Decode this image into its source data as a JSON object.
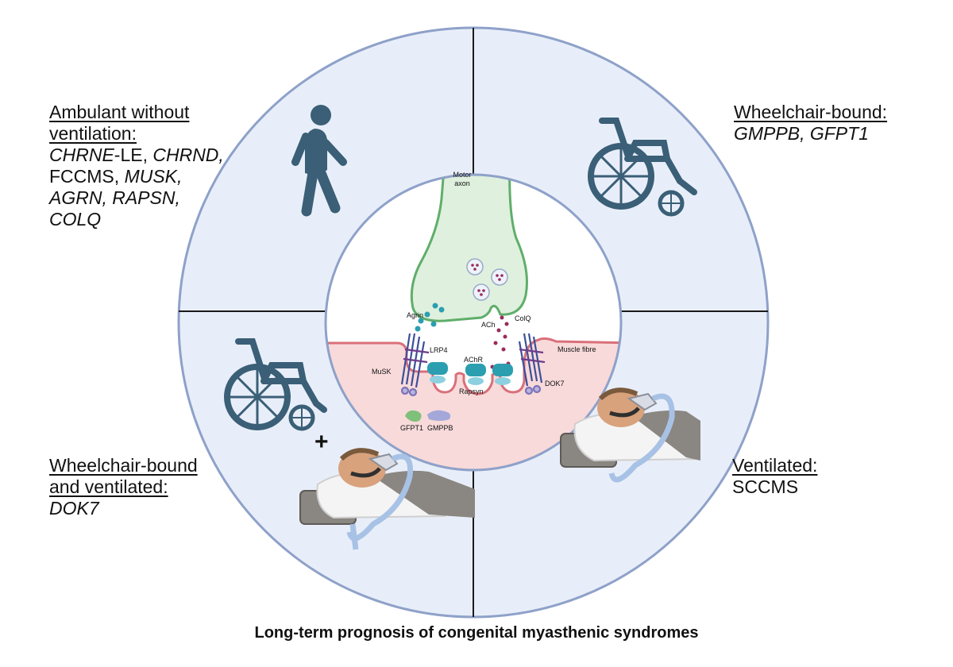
{
  "quadrants": {
    "top_left": {
      "heading_line1": "Ambulant without",
      "heading_line2": "ventilation:",
      "genes": [
        "CHRNE",
        "-LE, ",
        "CHRND,",
        "FCCMS, ",
        "MUSK,",
        "AGRN, RAPSN,",
        "COLQ"
      ]
    },
    "top_right": {
      "heading": "Wheelchair-bound:",
      "genes": "GMPPB, GFPT1"
    },
    "bottom_left": {
      "heading_line1": "Wheelchair-bound",
      "heading_line2": "and ventilated:",
      "genes": "DOK7",
      "plus": "+"
    },
    "bottom_right": {
      "heading": "Ventilated:",
      "genes": "SCCMS"
    }
  },
  "center": {
    "motor_axon_line1": "Motor",
    "motor_axon_line2": "axon",
    "muscle_fibre": "Muscle fibre",
    "agrin": "Agrin",
    "lrp4": "LRP4",
    "musk": "MuSK",
    "ach": "ACh",
    "colq": "ColQ",
    "achr": "AChR",
    "rapsyn": "Rapsyn",
    "dok7": "DOK7",
    "gfpt1": "GFPT1",
    "gmppb": "GMPPB"
  },
  "caption": "Long-term prognosis of congenital myasthenic syndromes",
  "colors": {
    "quadrant_fill": "#e8eef9",
    "ring_stroke": "#8ea1c9",
    "divider": "#1a1a1a",
    "icon": "#3a5f77",
    "axon_fill": "#dff0de",
    "axon_stroke": "#5fae6a",
    "muscle_fill": "#f8dada",
    "muscle_stroke": "#d9707a",
    "receptor": "#2b9fb0",
    "vesicle_dot": "#9b2a5a"
  }
}
